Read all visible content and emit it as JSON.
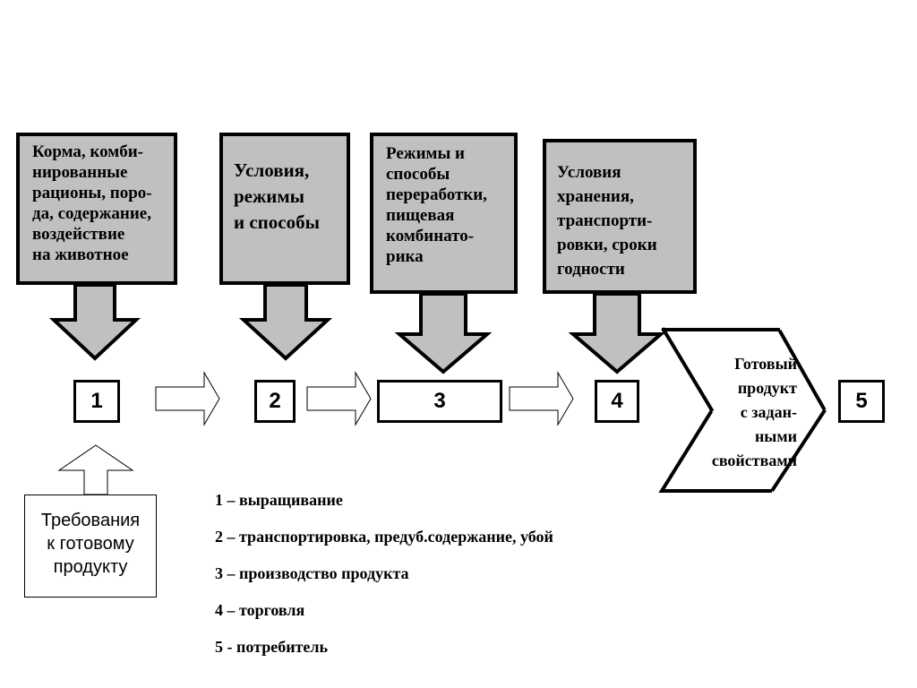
{
  "callouts": [
    {
      "text": "Корма, комби-\nнированные\nрационы, поро-\nда, содержание,\nвоздействие\nна животное"
    },
    {
      "text": "Условия,\nрежимы\nи способы"
    },
    {
      "text": "Режимы и\nспособы\nпереработки,\nпищевая\nкомбинато-\nрика"
    },
    {
      "text": "Условия\nхранения,\nтранспорти-\nровки, сроки\nгодности"
    }
  ],
  "stages": [
    "1",
    "2",
    "3",
    "4",
    "5"
  ],
  "finished_product": "Готовый\nпродукт\nс задан-\nными\nсвойствами",
  "requirements": "Требования\nк готовому\nпродукту",
  "legend": [
    "1 – выращивание",
    "2 – транспортировка, предуб.содержание, убой",
    "3 – производство продукта",
    "4 – торговля",
    "5 - потребитель"
  ],
  "colors": {
    "callout_fill": "#c0c0c0",
    "stroke": "#000000",
    "background": "#ffffff"
  }
}
